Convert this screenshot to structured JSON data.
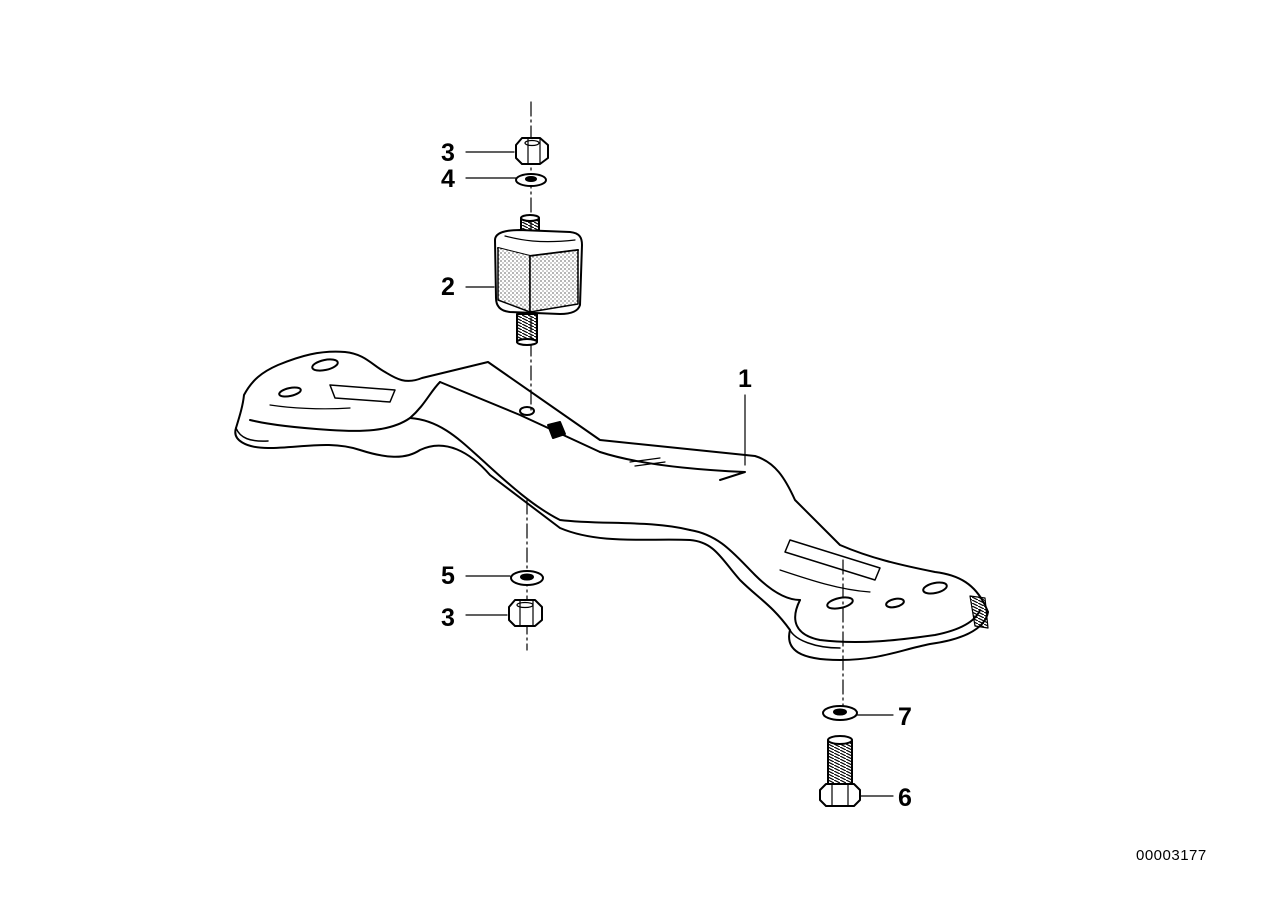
{
  "callouts": {
    "part1": "1",
    "part2": "2",
    "part3_top": "3",
    "part4": "4",
    "part5": "5",
    "part3_bottom": "3",
    "part6": "6",
    "part7": "7"
  },
  "document_number": "00003177"
}
